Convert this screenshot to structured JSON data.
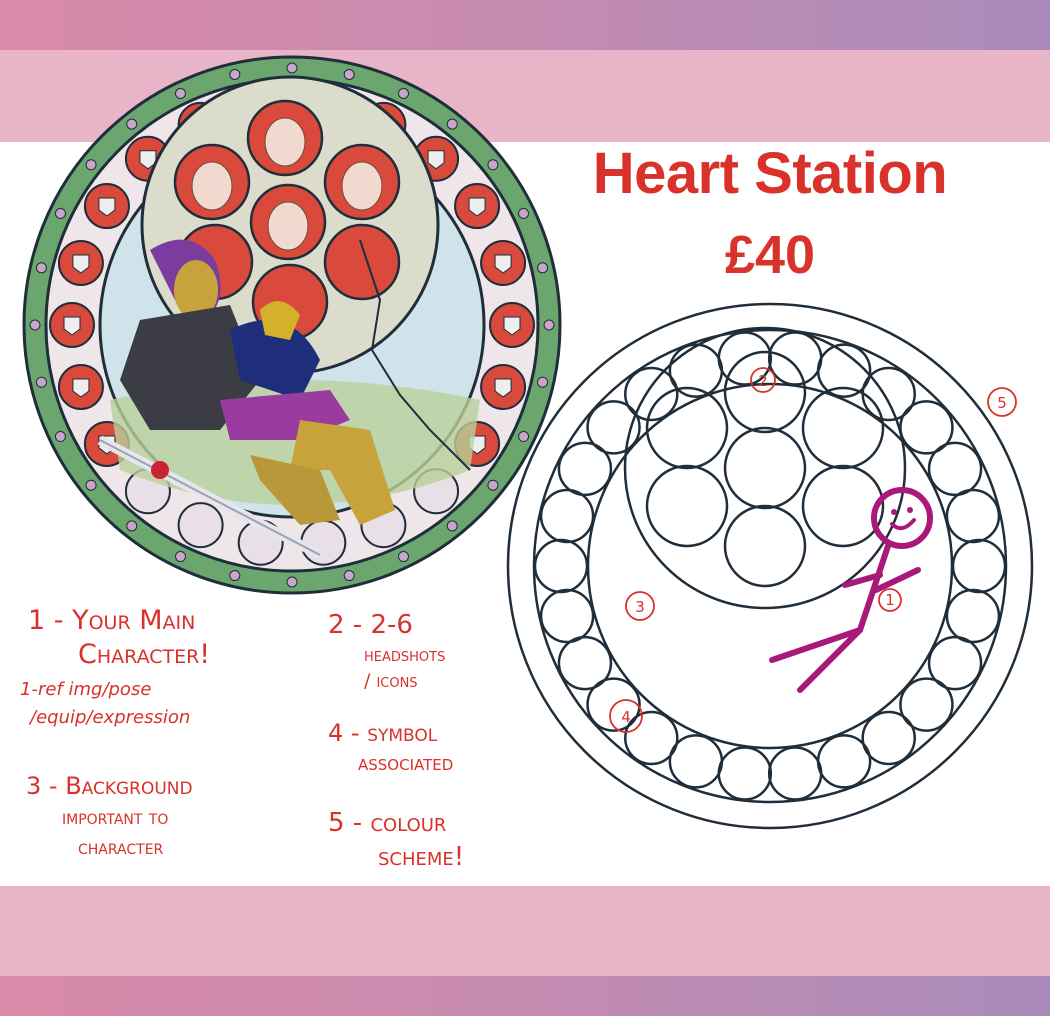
{
  "header": {
    "title": "Heart Station",
    "price": "£40"
  },
  "notes": {
    "n1": {
      "line1": "1 - Your Main",
      "line2": "Character!"
    },
    "n1b": {
      "line1": "1-ref img/pose",
      "line2": "/equip/expression"
    },
    "n3": {
      "line1": "3 - Background",
      "line2": "important to",
      "line3": "character"
    },
    "n2": {
      "line1": "2 - 2-6",
      "line2": "headshots",
      "line3": "/ icons"
    },
    "n4": {
      "line1": "4 - symbol",
      "line2": "associated"
    },
    "n5": {
      "line1": "5 - colour",
      "line2": "scheme!"
    }
  },
  "diagram_markers": [
    "1",
    "2",
    "3",
    "4",
    "5"
  ],
  "colors": {
    "accent_red": "#d8322a",
    "stick_figure": "#a8197a",
    "outline": "#1f2e3a",
    "frame_green": "#6aa66e",
    "pink_band": "#e8b4c8"
  }
}
